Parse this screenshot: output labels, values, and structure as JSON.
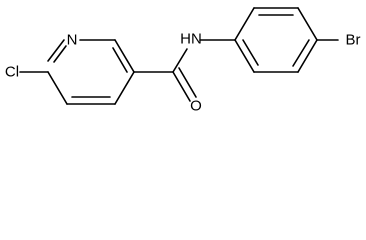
{
  "molecule": {
    "atoms": {
      "n_ring": "N",
      "cl": "Cl",
      "nh": "HN",
      "o": "O",
      "br": "Br"
    }
  }
}
